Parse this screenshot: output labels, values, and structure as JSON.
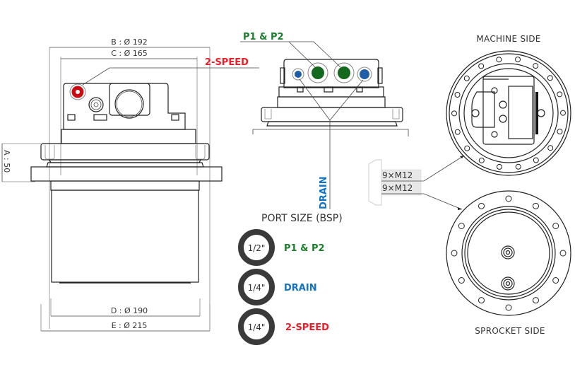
{
  "colors": {
    "p1p2": "#1a7f2a",
    "drain": "#1273c2",
    "two_speed": "#ee1c25",
    "ring": "#3a3a3a",
    "line": "#222222"
  },
  "front_view": {
    "dim_b": "B : Ø 192",
    "dim_c": "C : Ø 165",
    "dim_d": "D : Ø 190",
    "dim_e": "E : Ø 215",
    "dim_a": "A : 50",
    "callout_two_speed": "2-SPEED"
  },
  "side_view": {
    "callout_p1p2": "P1 & P2",
    "callout_drain": "DRAIN"
  },
  "port_size": {
    "title": "PORT SIZE (BSP)",
    "items": [
      {
        "size": "1/2\"",
        "label": "P1 & P2",
        "color_key": "p1p2"
      },
      {
        "size": "1/4\"",
        "label": "DRAIN",
        "color_key": "drain"
      },
      {
        "size": "1/4\"",
        "label": "2-SPEED",
        "color_key": "two_speed"
      }
    ]
  },
  "bolts": {
    "top": "9×M12",
    "bottom": "9×M12"
  },
  "machine_side": {
    "title": "MACHINE SIDE"
  },
  "sprocket_side": {
    "title": "SPROCKET SIDE"
  }
}
